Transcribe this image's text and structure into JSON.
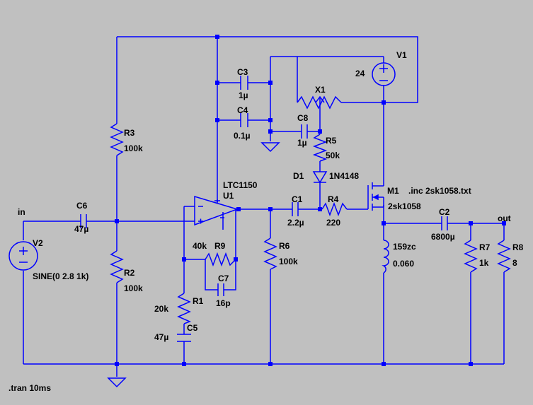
{
  "labels": {
    "c3_name": "C3",
    "c3_value": "1µ",
    "c4_name": "C4",
    "c4_value": "0.1µ",
    "c8_name": "C8",
    "c8_value": "1µ",
    "x1_name": "X1",
    "v1_name": "V1",
    "v1_value": "24",
    "r5_name": "R5",
    "r5_value": "50k",
    "d1_name": "D1",
    "d1_value": "1N4148",
    "r3_name": "R3",
    "r3_value": "100k",
    "op_model": "LTC1150",
    "op_name": "U1",
    "m1_name": "M1",
    "m1_model": "2sk1058",
    "inc_directive": ".inc 2sk1058.txt",
    "in_label": "in",
    "c6_name": "C6",
    "c6_value": "47µ",
    "c1_name": "C1",
    "c1_value": "2.2µ",
    "r4_name": "R4",
    "r4_value": "220",
    "c2_name": "C2",
    "c2_value": "6800µ",
    "out_label": "out",
    "r9_name": "R9",
    "r9_value": "40k",
    "c7_name": "C7",
    "c7_value": "16p",
    "r6_name": "R6",
    "r6_value": "100k",
    "v2_name": "V2",
    "v2_value": "SINE(0 2.8 1k)",
    "r2_name": "R2",
    "r2_value": "100k",
    "l_value1": "159zc",
    "l_value2": "0.060",
    "r7_name": "R7",
    "r7_value": "1k",
    "r8_name": "R8",
    "r8_value": "8",
    "r1_name": "R1",
    "r1_value": "20k",
    "c5_name": "C5",
    "c5_value": "47µ",
    "tran_directive": ".tran 10ms"
  }
}
